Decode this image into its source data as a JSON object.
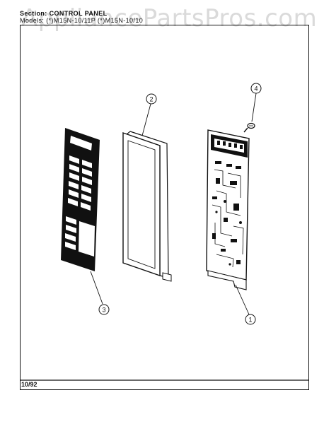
{
  "header": {
    "section_line": "Section: CONTROL PANEL",
    "model_line": "Models: (*)M15N-10/11P (*)M15N-10/10"
  },
  "watermark": "AppliancePartsPros.com",
  "footer": {
    "date": "10/92"
  },
  "callouts": [
    {
      "number": "1",
      "part": "circuit-board"
    },
    {
      "number": "2",
      "part": "control-panel-housing"
    },
    {
      "number": "3",
      "part": "membrane-touchpad"
    },
    {
      "number": "4",
      "part": "screw"
    }
  ]
}
